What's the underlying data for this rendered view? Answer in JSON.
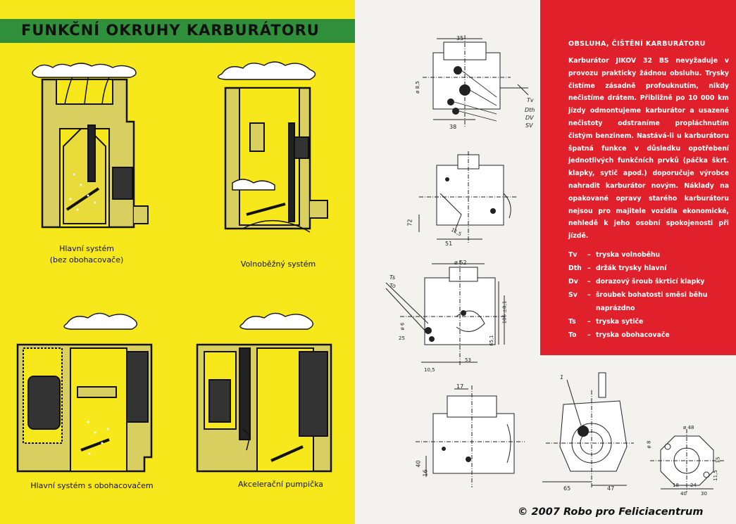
{
  "left_page": {
    "title": "FUNKČNÍ OKRUHY KARBURÁTORU",
    "diagrams": [
      {
        "caption_line1": "Hlavní systém",
        "caption_line2": "(bez obohacovače)"
      },
      {
        "caption_line1": "Volnoběžný systém",
        "caption_line2": ""
      },
      {
        "caption_line1": "Hlavní systém s obohacovačem",
        "caption_line2": ""
      },
      {
        "caption_line1": "Akcelerační pumpička",
        "caption_line2": ""
      }
    ]
  },
  "drawings": {
    "d1": {
      "top_dim": "35",
      "bottom_dim": "38",
      "left_dim": "ø 8,5",
      "labels": [
        "Tv",
        "Dth",
        "DV",
        "SV"
      ]
    },
    "d2": {
      "left_dim": "72",
      "bottom_dim": "51",
      "angle": "11,5"
    },
    "d3": {
      "top_dim": "ø 52",
      "labels": [
        "Ts",
        "To"
      ],
      "dim_a": "25",
      "dim_b": "10,5",
      "dim_c": "53",
      "right_a": "106 ±0,1",
      "right_b": "65,1",
      "left_a": "ø 6"
    },
    "d4": {
      "top_dim": "17",
      "left_a": "40",
      "left_b": "16"
    },
    "d5": {
      "marker": "1",
      "dim_a": "65",
      "dim_b": "47"
    },
    "d6": {
      "top_dim": "ø 48",
      "dims": [
        "18",
        "24",
        "40",
        "30",
        "15",
        "11,5",
        "ø 8"
      ]
    }
  },
  "service": {
    "title": "OBSLUHA, ČIŠTĚNÍ KARBURÁTORU",
    "body": "Karburátor JIKOV 32 BS nevyžaduje v provozu prakticky žádnou obsluhu. Trysky čistíme zásadně profouknutím, nikdy nečistíme drátem. Přibližně po 10 000 km jízdy odmontujeme karburátor a usazené nečistoty odstraníme propláchnutím čistým benzinem. Nastává-li u karburátoru špatná funkce v důsledku opotřebení jednotlivých funkčních prvků (páčka škrt. klapky, sytič apod.) doporučuje výrobce nahradit karburátor novým. Náklady na opakované opravy starého karburátoru nejsou pro majitele vozidla ekonomické, nehledě k jeho osobní spokojenosti při jízdě.",
    "legend": [
      {
        "key": "Tv",
        "dash": "–",
        "value": "tryska volnoběhu",
        "cont": ""
      },
      {
        "key": "Dth",
        "dash": "–",
        "value": "držák trysky hlavní",
        "cont": ""
      },
      {
        "key": "Dv",
        "dash": "–",
        "value": "dorazový šroub škrticí klapky",
        "cont": ""
      },
      {
        "key": "Sv",
        "dash": "–",
        "value": "šroubek bohatosti směsi běhu",
        "cont": "naprázdno"
      },
      {
        "key": "Ts",
        "dash": "–",
        "value": "tryska sytiče",
        "cont": ""
      },
      {
        "key": "To",
        "dash": "–",
        "value": "tryska obohacovače",
        "cont": ""
      }
    ]
  },
  "copyright": "© 2007 Robo pro Feliciacentrum",
  "colors": {
    "left_bg": "#f7e81c",
    "title_band": "#2f8f3a",
    "red_panel": "#e0202a",
    "paper": "#f3f2ee"
  }
}
